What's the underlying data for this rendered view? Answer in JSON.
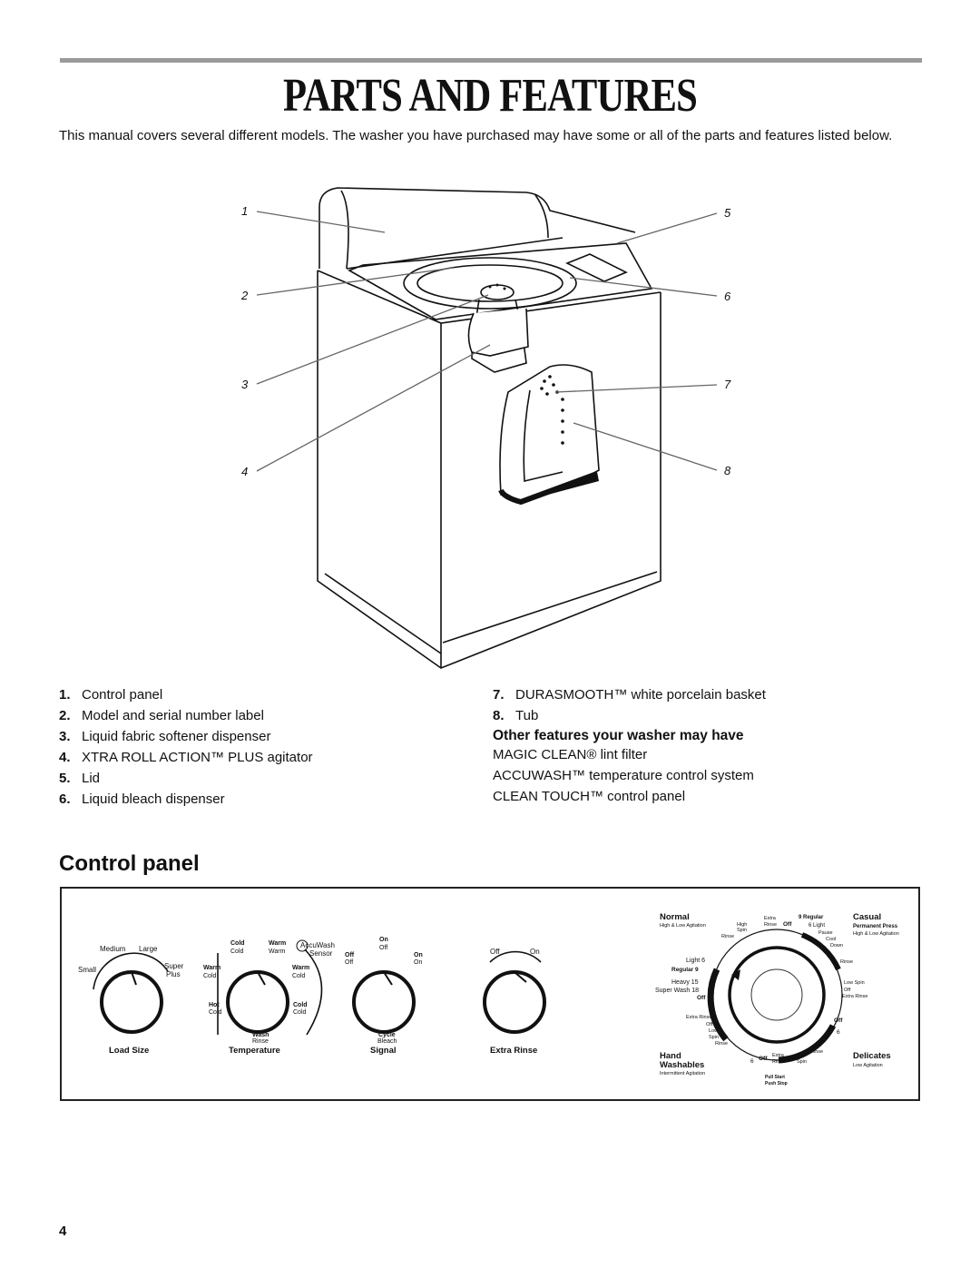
{
  "page": {
    "title": "PARTS AND FEATURES",
    "intro": "This manual covers several different models. The washer you have purchased may have some or all of the parts and features listed below.",
    "page_number": "4"
  },
  "callouts": [
    "1",
    "2",
    "3",
    "4",
    "5",
    "6",
    "7",
    "8"
  ],
  "parts_left": [
    {
      "num": "1.",
      "label": "Control panel"
    },
    {
      "num": "2.",
      "label": "Model and serial number label"
    },
    {
      "num": "3.",
      "label": "Liquid fabric softener dispenser"
    },
    {
      "num": "4.",
      "label": "XTRA ROLL ACTION™ PLUS agitator"
    },
    {
      "num": "5.",
      "label": "Lid"
    },
    {
      "num": "6.",
      "label": "Liquid bleach dispenser"
    }
  ],
  "parts_right": [
    {
      "num": "7.",
      "label": "DURASMOOTH™ white porcelain basket"
    },
    {
      "num": "8.",
      "label": "Tub"
    }
  ],
  "other_features": {
    "heading": "Other features your washer may have",
    "items": [
      "MAGIC CLEAN® lint filter",
      "ACCUWASH™ temperature control system",
      "CLEAN TOUCH™  control panel"
    ]
  },
  "control_panel": {
    "heading": "Control panel",
    "load_size": {
      "label": "Load Size",
      "options": [
        "Small",
        "Medium",
        "Large",
        "Super",
        "Plus"
      ]
    },
    "temperature": {
      "label": "Temperature",
      "accuwash": "AccuWash",
      "sensor": "Sensor",
      "options": [
        "Cold",
        "Cold",
        "Warm",
        "Warm",
        "Warm",
        "Cold",
        "Warm",
        "Cold",
        "Hot",
        "Cold",
        "Cold",
        "Cold"
      ],
      "wash": "Wash",
      "rinse": "Rinse"
    },
    "signal": {
      "label": "Signal",
      "options": [
        "On",
        "Off",
        "Off",
        "Off",
        "On",
        "On"
      ],
      "cycle": "Cycle",
      "bleach": "Bleach"
    },
    "extra_rinse": {
      "label": "Extra Rinse",
      "options": [
        "Off",
        "On"
      ]
    },
    "cycle_dial": {
      "normal": "Normal",
      "normal_sub": "High & Low Agitation",
      "casual": "Casual",
      "permanent_press": "Permanent Press",
      "casual_sub": "High & Low Agitation",
      "hand_washables": [
        "Hand",
        "Washables"
      ],
      "hand_sub": "Intermittent Agitation",
      "delicates": "Delicates",
      "delicates_sub": "Low Agitation",
      "pull_start": "Pull Start",
      "push_stop": "Push Stop",
      "left_scale": [
        "Light  6",
        "Regular  9",
        "Heavy  15",
        "Super Wash  18",
        "Off"
      ],
      "top_labels": [
        "High",
        "Spin",
        "Extra",
        "Rinse",
        "Off",
        "9  Regular",
        "6  Light",
        "Pause",
        "Rinse",
        "Cool",
        "Down"
      ],
      "right_labels": [
        "Rinse",
        "Low Spin",
        "Off",
        "Extra Rinse",
        "Off",
        "6"
      ],
      "bottom_labels": [
        "Extra Rinse",
        "Off",
        "Low",
        "Spin",
        "Rinse",
        "6",
        "Off",
        "Extra",
        "Rinse",
        "Off",
        "Low",
        "Spin",
        "Rinse"
      ]
    }
  }
}
